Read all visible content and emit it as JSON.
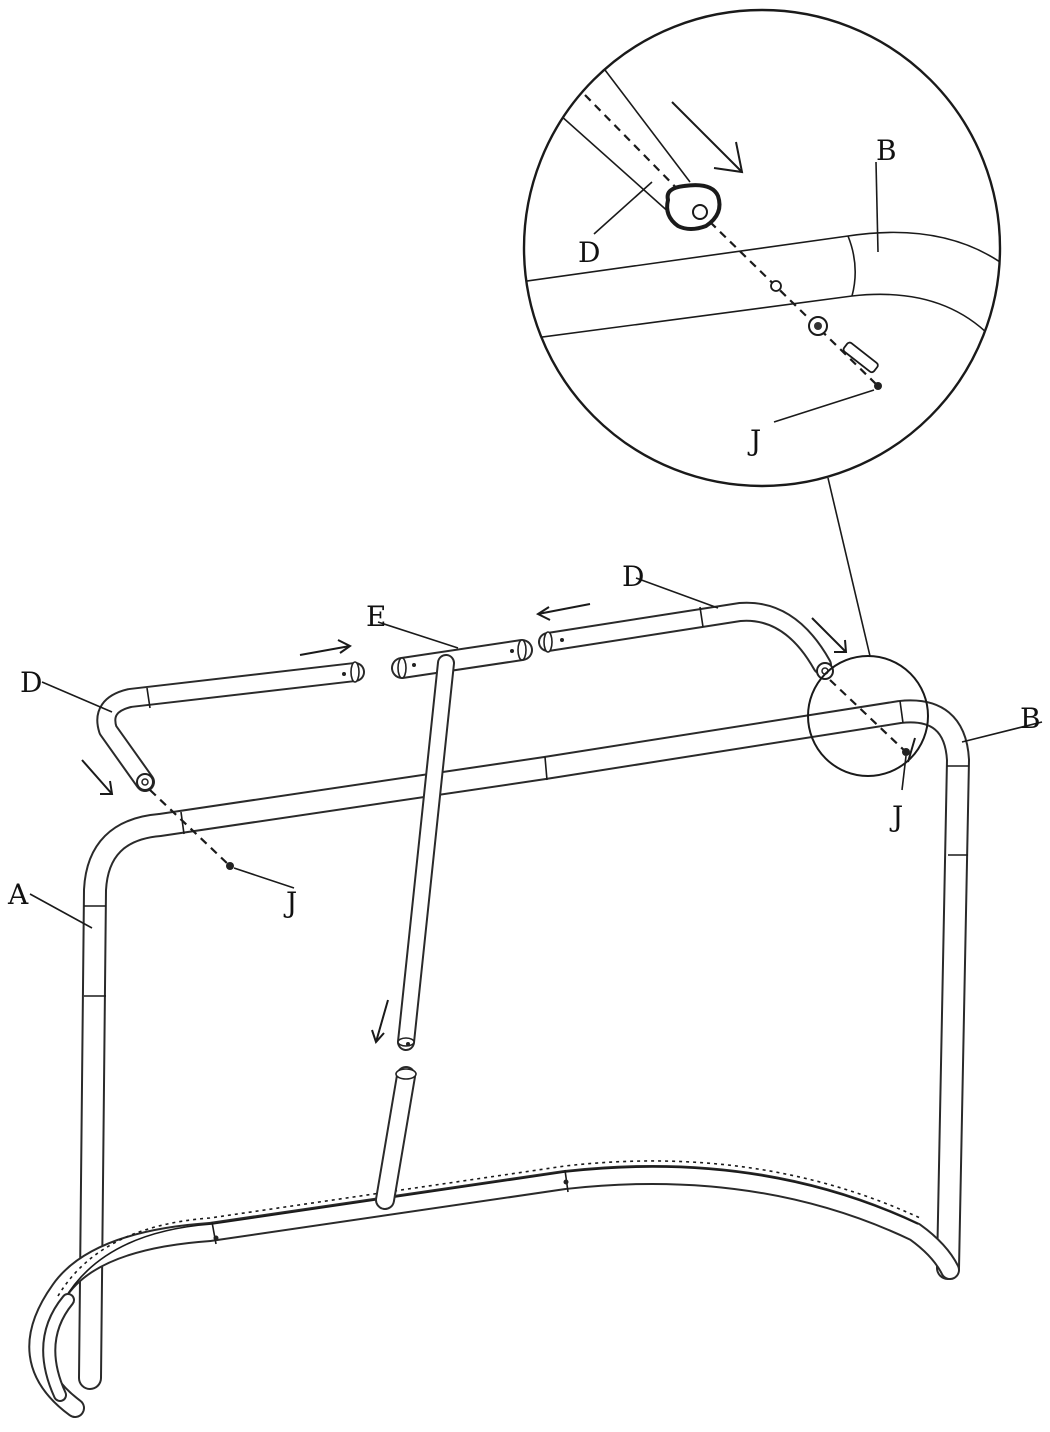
{
  "labels": {
    "a": "A",
    "b_main": "B",
    "b_detail": "B",
    "d_left": "D",
    "d_right": "D",
    "d_detail": "D",
    "e": "E",
    "j_left": "J",
    "j_right": "J",
    "j_detail": "J"
  },
  "colors": {
    "line": "#2a2a2a",
    "background": "#ffffff"
  }
}
